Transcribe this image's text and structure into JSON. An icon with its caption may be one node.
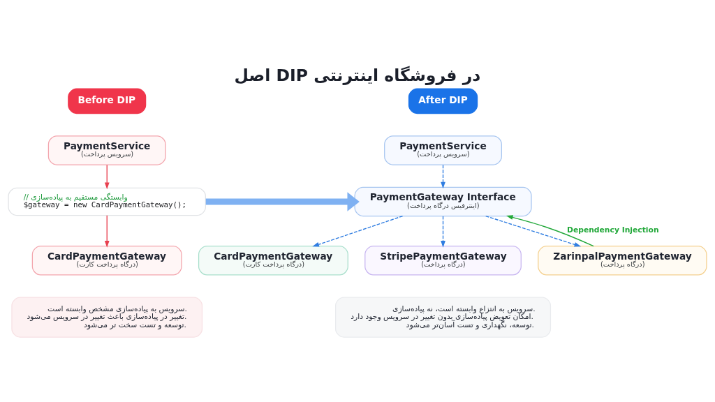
{
  "diagram": {
    "title": "اصل DIP در فروشگاه اینترنتی",
    "nodes": [
      {
        "text": [
          "Before DIP"
        ]
      },
      {
        "text": [
          "PaymentService",
          "(سرویس پرداخت)"
        ]
      },
      {
        "text": [
          "// وابستگی مستقیم به پیاده‌سازی",
          "$gateway = new CardPaymentGateway();"
        ]
      },
      {
        "text": [
          "CardPaymentGateway",
          "(درگاه پرداخت کارت)"
        ]
      },
      {
        "text": [
          "سرویس به پیاده‌سازی مشخص وابسته است.",
          "تغییر در پیاده‌سازی باعث تغییر در سرویس می‌شود.",
          "توسعه و تست سخت تر می‌شود."
        ]
      },
      {
        "text": [
          "After DIP"
        ]
      },
      {
        "text": [
          "PaymentService",
          "(سرویس پرداخت)"
        ]
      },
      {
        "text": [
          "PaymentGateway Interface",
          "(اینترفیس درگاه پرداخت)"
        ]
      },
      {
        "text": [
          "CardPaymentGateway",
          "(درگاه پرداخت کارت)"
        ]
      },
      {
        "text": [
          "StripePaymentGateway",
          "(درگاه پرداخت)"
        ]
      },
      {
        "text": [
          "ZarinpalPaymentGateway",
          "(درگاه پرداخت)"
        ]
      },
      {
        "text": [
          "سرویس به انتزاع وابسته است، نه پیاده‌سازی.",
          "امکان تعویض پیاده‌سازی بدون تغییر در سرویس وجود دارد.",
          "توسعه، نگهداری و تست آسان‌تر می‌شود."
        ]
      }
    ],
    "edges": [
      {
        "from": 1,
        "to": 2,
        "arrow": "to",
        "color": "#e8404f"
      },
      {
        "from": 2,
        "to": 3,
        "arrow": "to",
        "color": "#e8404f"
      },
      {
        "from": 2,
        "to": 7,
        "arrow": "to",
        "style": "thick",
        "color": "#7fb1f2"
      },
      {
        "from": 6,
        "to": 7,
        "arrow": "to",
        "style": "dashed"
      },
      {
        "from": 7,
        "to": 8,
        "arrow": "to",
        "style": "dashed"
      },
      {
        "from": 7,
        "to": 9,
        "arrow": "to",
        "style": "dashed"
      },
      {
        "from": 7,
        "to": 10,
        "arrow": "to",
        "style": "dashed"
      },
      {
        "from": 10,
        "to": 7,
        "arrow": "to",
        "label": "Dependency Injection",
        "color": "#22a83a"
      }
    ]
  }
}
